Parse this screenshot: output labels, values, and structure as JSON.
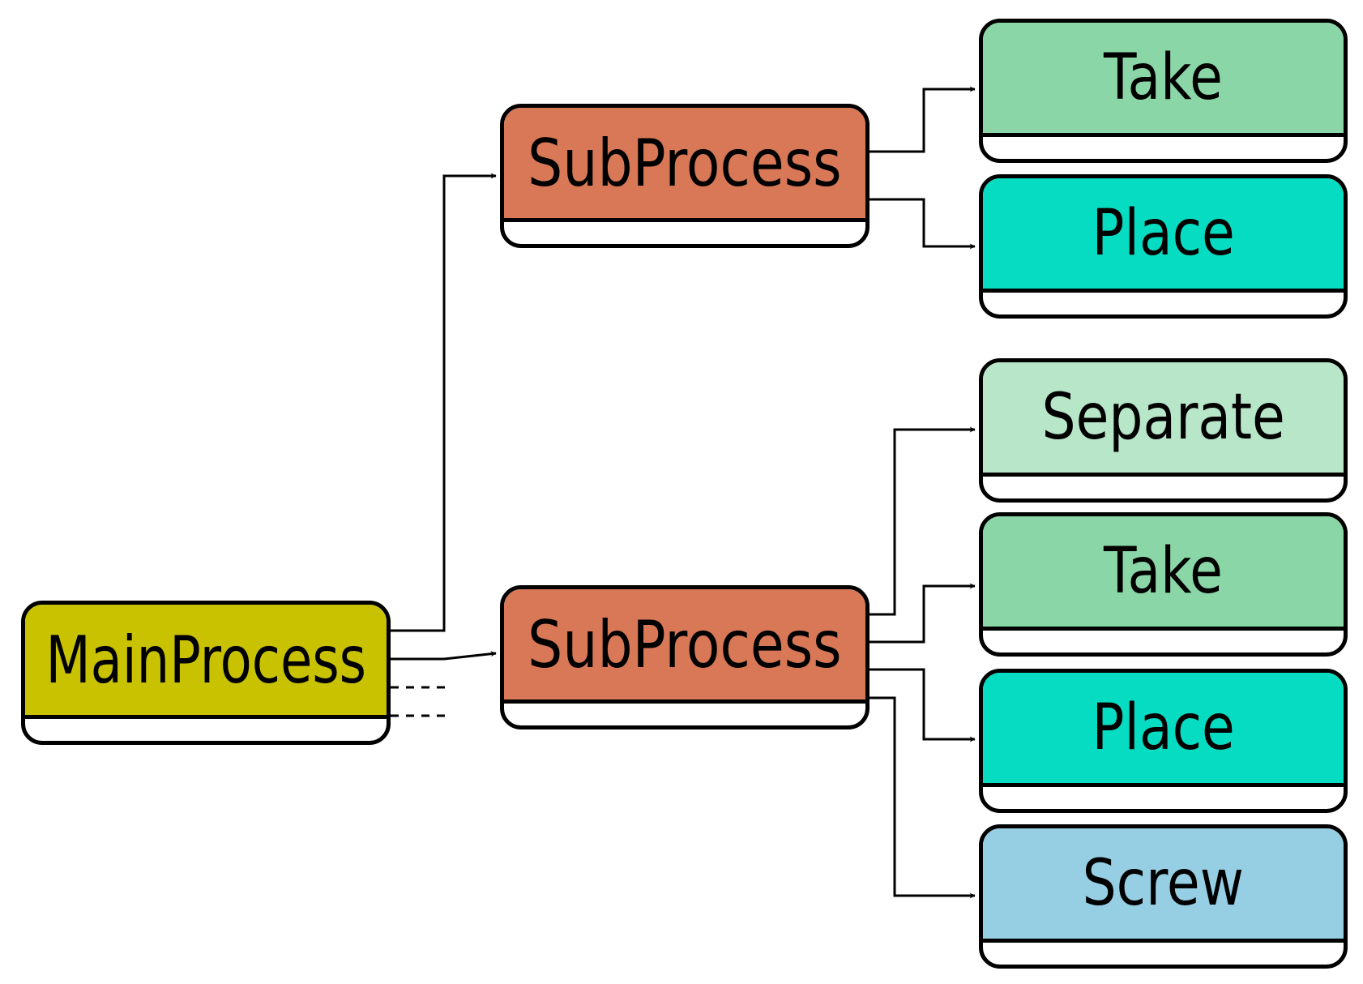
{
  "colors": {
    "main": "#c9c200",
    "subprocess": "#d87857",
    "take": "#8ad6a7",
    "place": "#06dcc1",
    "separate": "#b7e6c9",
    "screw": "#96cee3",
    "line": "#000000"
  },
  "nodes": {
    "main": {
      "label": "MainProcess"
    },
    "sub1": {
      "label": "SubProcess"
    },
    "sub2": {
      "label": "SubProcess"
    },
    "take1": {
      "label": "Take"
    },
    "place1": {
      "label": "Place"
    },
    "separate": {
      "label": "Separate"
    },
    "take2": {
      "label": "Take"
    },
    "place2": {
      "label": "Place"
    },
    "screw": {
      "label": "Screw"
    }
  },
  "edges": [
    {
      "from": "main",
      "to": "sub1"
    },
    {
      "from": "main",
      "to": "sub2"
    },
    {
      "from": "sub1",
      "to": "take1"
    },
    {
      "from": "sub1",
      "to": "place1"
    },
    {
      "from": "sub2",
      "to": "separate"
    },
    {
      "from": "sub2",
      "to": "take2"
    },
    {
      "from": "sub2",
      "to": "place2"
    },
    {
      "from": "sub2",
      "to": "screw"
    }
  ],
  "truncated_edges_from_main": 2
}
